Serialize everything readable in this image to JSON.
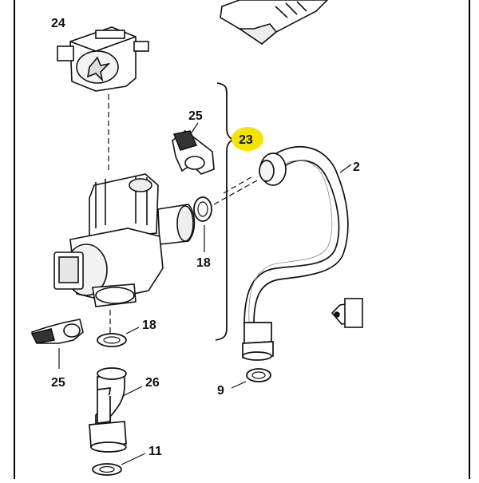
{
  "diagram": {
    "labels": {
      "l24": "24",
      "l25_top": "25",
      "l23": "23",
      "l2x": "2",
      "l18_right": "18",
      "l18_left": "18",
      "l25_bottom": "25",
      "l26": "26",
      "l9": "9",
      "l11": "11"
    },
    "highlight_color": "#f2e600"
  }
}
